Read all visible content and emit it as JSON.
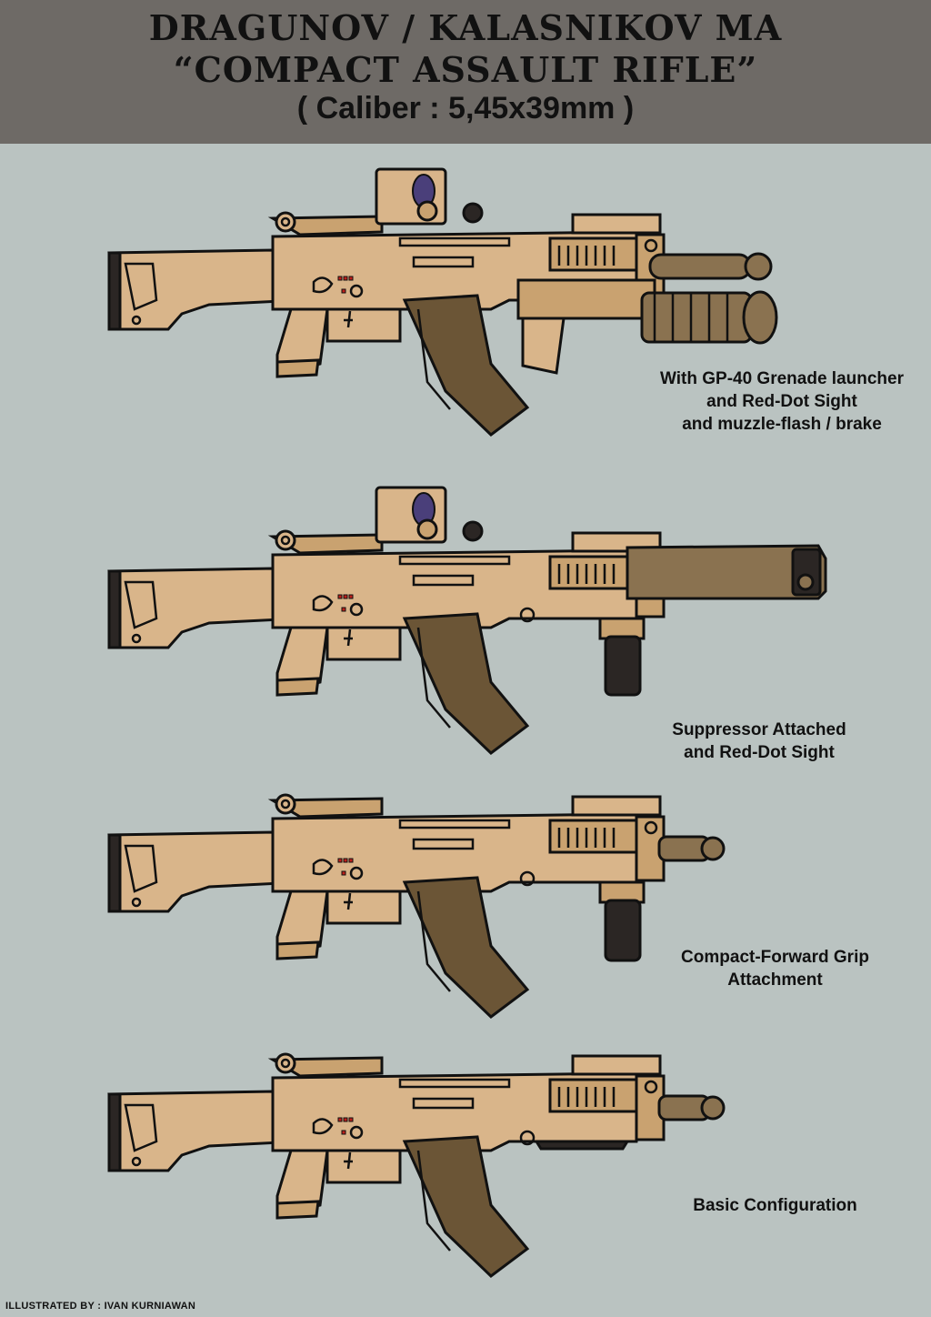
{
  "title": {
    "line1": "DRAGUNOV / KALASNIKOV MA",
    "line2": "“COMPACT ASSAULT RIFLE”",
    "line3": "( Caliber : 5,45x39mm )"
  },
  "configs": [
    {
      "caption_lines": [
        "With GP-40 Grenade launcher",
        "and Red-Dot Sight",
        "and muzzle-flash / brake"
      ]
    },
    {
      "caption_lines": [
        "Suppressor Attached",
        "and Red-Dot Sight"
      ]
    },
    {
      "caption_lines": [
        "Compact-Forward Grip",
        "Attachment"
      ]
    },
    {
      "caption_lines": [
        "Basic Configuration"
      ]
    }
  ],
  "credit": "ILLUSTRATED BY : IVAN KURNIAWAN",
  "colors": {
    "header_bg": "#6e6a66",
    "background": "#bac3c1",
    "rifle_tan": "#d9b58a",
    "magazine": "#6b5536"
  }
}
